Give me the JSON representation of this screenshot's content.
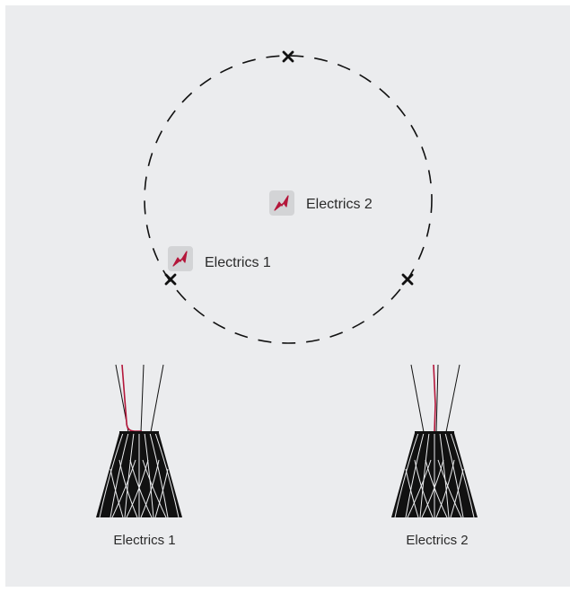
{
  "colors": {
    "background": "#ebecee",
    "outline": "#111111",
    "cable_accent": "#b4163a",
    "icon_tile": "#d3d4d6",
    "text": "#2a2a2a"
  },
  "plan": {
    "circle_style": "dashed",
    "mount_markers": [
      "cross-marker",
      "cross-marker",
      "cross-marker"
    ],
    "electrics": [
      {
        "icon": "lightning-bolt-icon",
        "label": "Electrics 1"
      },
      {
        "icon": "lightning-bolt-icon",
        "label": "Electrics 2"
      }
    ]
  },
  "pendants": [
    {
      "icon": "pendant-lamp-icon",
      "caption": "Electrics 1"
    },
    {
      "icon": "pendant-lamp-icon",
      "caption": "Electrics 2"
    }
  ]
}
